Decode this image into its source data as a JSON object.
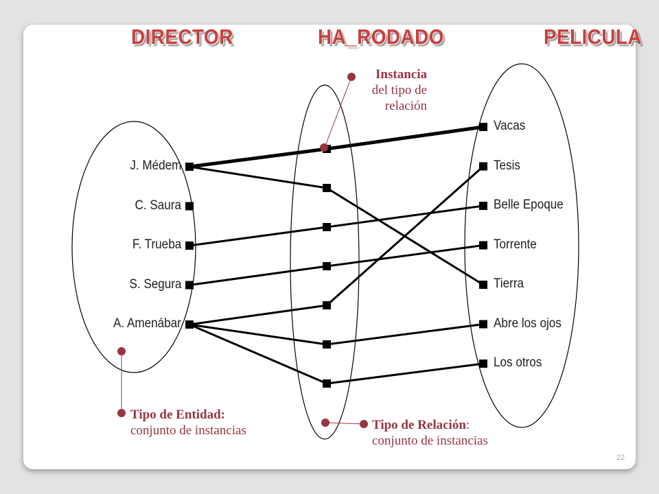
{
  "headers": {
    "director": "DIRECTOR",
    "relationship": "HA_RODADO",
    "pelicula": "PELICULA"
  },
  "directors": [
    "J. Médem",
    "C. Saura",
    "F. Trueba",
    "S. Segura",
    "A. Amenábar"
  ],
  "films": [
    "Vacas",
    "Tesis",
    "Belle Epoque",
    "Torrente",
    "Tierra",
    "Abre los ojos",
    "Los otros"
  ],
  "relationship_instance_count": 7,
  "links": [
    {
      "director": "J. Médem",
      "film": "Vacas"
    },
    {
      "director": "J. Médem",
      "film": "Tierra"
    },
    {
      "director": "F. Trueba",
      "film": "Belle Epoque"
    },
    {
      "director": "S. Segura",
      "film": "Torrente"
    },
    {
      "director": "A. Amenábar",
      "film": "Tesis"
    },
    {
      "director": "A. Amenábar",
      "film": "Abre los ojos"
    },
    {
      "director": "A. Amenábar",
      "film": "Los otros"
    }
  ],
  "annotations": {
    "instance_bold": "Instancia",
    "instance_line2": "del tipo de",
    "instance_line3": "relación",
    "entity_bold": "Tipo de Entidad:",
    "entity_line2": "conjunto de instancias",
    "relation_bold": "Tipo de Relación",
    "relation_colon": ":",
    "relation_line2": "conjunto de instancias"
  },
  "page_number": "22",
  "colors": {
    "header": "#c7403e",
    "annotation": "#973540",
    "lines": "#000000"
  }
}
